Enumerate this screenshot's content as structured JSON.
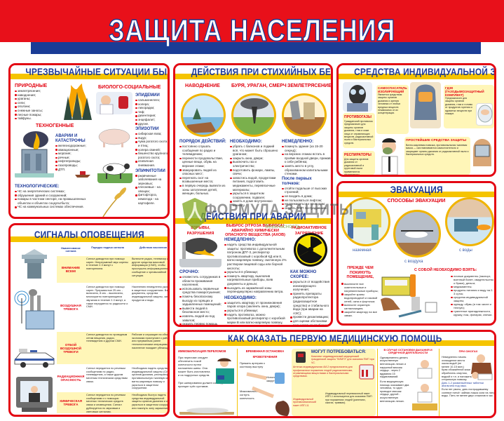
{
  "header": {
    "title": "ЗАЩИТА НАСЕЛЕНИЯ"
  },
  "colors": {
    "red": "#e30613",
    "blue": "#1d3a9a",
    "yellow": "#f5c400",
    "light_yellow": "#fff6b8"
  },
  "emergencies": {
    "title": "ЧРЕЗВЫЧАЙНЫЕ СИТУАЦИИ БЫВАЮТ:",
    "natural": {
      "heading": "ПРИРОДНЫЕ",
      "items": [
        "землетрясения;",
        "наводнения;",
        "ураганы;",
        "сели;",
        "оползни;",
        "снежные заносы;",
        "лесные пожары;",
        "тайфуны."
      ]
    },
    "bio_social": {
      "heading": "БИОЛОГО-СОЦИАЛЬНЫЕ",
      "epidemics": {
        "heading": "ЭПИДЕМИИ",
        "items": [
          "сальмонеллез;",
          "холера;",
          "лихорадки;",
          "тиф;",
          "дизентерия;",
          "энцефалит;",
          "другие."
        ]
      },
      "epizootics": {
        "heading": "ЭПИЗОТИИ",
        "items": [
          "сибирская язва;",
          "ящур;",
          "чума рогатого скота и птиц;",
          "холера свиней;",
          "бешенство крупного рогатого скота;",
          "атипичная пневмония."
        ]
      },
      "epiphytotics": {
        "heading": "ЭПИФИТОТИИ",
        "items": [
          "ржавчинные заболевания на зерновых;",
          "плесневые - на овощах;",
          "фитофтороз, нематода - на картофеле."
        ]
      }
    },
    "technogenic": {
      "heading": "ТЕХНОГЕННЫЕ",
      "accidents": {
        "heading": "АВАРИИ И КАТАСТРОФЫ",
        "items": [
          "железнодорожные;",
          "авиационные;",
          "морские;",
          "речные;",
          "нефтепроводы;",
          "газопроводы;",
          "ДТП."
        ]
      },
      "technological": {
        "heading": "ТЕХНОЛОГИЧЕСКИЕ:",
        "items": [
          "ЧС на энергетических системах;",
          "обрушения зданий и сооружений;",
          "пожары в частном секторе, на промышленных объектах и объектах соцкультбыта;",
          "ЧС на коммунальных системах обеспечения."
        ]
      }
    }
  },
  "disasters": {
    "title": "ДЕЙСТВИЯ ПРИ СТИХИЙНЫХ БЕДСТВИЯХ",
    "columns": [
      {
        "heading": "НАВОДНЕНИЕ",
        "sub": "ПОРЯДОК ДЕЙСТВИЙ:",
        "items": [
          "постоянно слушать сообщения по радио и телевидению;",
          "перенести продовольствие, ценные вещи, обувь на верхние этажи;",
          "эвакуировать людей из опасных мест;",
          "перегнать скот на возвышенные места;",
          "в первую очередь вывезти из зоны затопления детей, женщин, больных."
        ]
      },
      {
        "heading": "БУРЯ, УРАГАН, СМЕРЧ",
        "sub": "НЕОБХОДИМО:",
        "items": [
          "убрать с балконов и лоджий всё, что может быть сброшено ураганом;",
          "закрыть окна, двери;",
          "выключить газ и электричество;",
          "подготовить фонари, лампы, свечи;",
          "запастись водой, продуктами питания, подготовить медикаменты, перевязочные материалы;",
          "укрыться в защитном сооружении, подвале;",
          "занять в доме внутреннюю комнату."
        ]
      },
      {
        "heading": "ЗЕМЛЕТРЯСЕНИЕ",
        "sub": "НЕМЕДЛЕННО:",
        "items": [
          "покинуть здание (за 15-20 секунд);",
          "на верхних этажах встать в проёме входной двери, прижав к себе ребёнка;",
          "занять место в углу, образованном капитальными стенами."
        ],
        "sub2": "После первых толчков:",
        "items2": [
          "отойти подальше от высоких строений;",
          "не входить в дома;",
          "не пользоваться лифтом;",
          "не прикасаться к проводам;",
          "оказать ПМП пострадавшим."
        ]
      }
    ]
  },
  "accidents": {
    "title": "ДЕЙСТВИЯ ПРИ АВАРИИ",
    "columns": [
      {
        "heading": "ВЗРЫВЫ, РАЗРУШЕНИЯ",
        "sub": "СРОЧНО:",
        "items": [
          "оповестить сотрудников в области проживания населения;",
          "использовать первичные средства пожаротушения;",
          "помочь безопасному выходу из горящих и задымленных помещений;",
          "вывести людей в безопасное место;",
          "извлечь людей из-под завалов;",
          "оказать первую помощь пострадавшим."
        ]
      },
      {
        "heading": "ВЫБРОС (УГРОЗА ВЫБРОСА) АВАРИЙНО ХИМИЧЕСКИ ОПАСНОГО ВЕЩЕСТВА (АХОВ)",
        "sub": "НЕМЕДЛЕННО:",
        "items": [
          "надеть средства индивидуальной защиты: противогаз с дополнительным патроном ДПГ-3, респиратор противогазовый с коробкой КД или 8, ватно-марлевую повязку, смоченную 2% раствором пищевой соды или борной кислоты;",
          "укрыться в убежище;",
          "покинуть квартиру, выключив нагревательные приборы, взяв документы и деньги;",
          "выходить из заражённой зоны перпендикулярно направлению ветра."
        ],
        "sub2": "НЕОБХОДИМО:",
        "items2": [
          "защитить квартиру от проникновения паров хлора (заклеить окна, двери);",
          "укрыться в убежище;",
          "надеть противогаз, можно противогазовый респиратор с коробкой марки В или ватно-марлевую повязку, смоченную 2% раствором питьевой соды;",
          "выходить из зоны поражения по возвышенности, перпендикулярно ветру."
        ]
      },
      {
        "heading": "РАДИОАКТИВНОЕ ЗАГРЯЗНЕНИЕ",
        "sub": "КАК МОЖНО СКОРЕЕ:",
        "items": [
          "укрыться от воздействия ионизирующего излучения;",
          "принять препараты радиопротектора (радиозащитное средство) и стабильного йода (при аварии на АЭС);",
          "провести дезактивацию;",
          "для оценки обстановки пользоваться приборами радиационной разведки и дозиметрического контроля."
        ]
      }
    ]
  },
  "ppe": {
    "title": "СРЕДСТВА ИНДИВИДУАЛЬНОЙ ЗАЩИТЫ",
    "gasmasks": {
      "heading": "ПРОТИВОГАЗЫ",
      "text": "Гражданский противогаз предназначен для защиты органов дыхания, глаз и кожи лица от отравляющих веществ, радиоактивной пыли и бактериальных средств."
    },
    "respirators": {
      "heading": "РЕСПИРАТОРЫ",
      "text": "Для защиты органов дыхания от радиоактивной и грунтовой пыли применяются респираторы."
    },
    "self_rescuer": {
      "heading": "САМОСПАСАТЕЛЬ ИЗОЛИРУЮЩИЙ",
      "text": "Является средством защиты органов дыхания и зрения человека от любых вредных веществ независимо от их концентрации."
    },
    "gdzk": {
      "heading": "ГДЗК (ГАЗОДЫМОЗАЩИТНЫЙ КОМПЛЕКТ)",
      "text": "Предназначен для защиты органов дыхания, глаз и головы от продуктов горения и ядовитых веществ при пожаре."
    },
    "simple": {
      "heading": "ПРОСТЕЙШИЕ СРЕДСТВА ЗАЩИТЫ",
      "text": "Ватно-марлевая повязка, противопыльная тканевая маска — изготавливаются самостоятельно и защищают органы дыхания от радиоактивной пыли и бактериальных средств."
    }
  },
  "evacuation": {
    "title": "ЭВАКУАЦИЯ",
    "methods_title": "СПОСОБЫ ЭВАКУАЦИИ",
    "methods": [
      "наземная",
      "с воздуха",
      "с воды"
    ],
    "before_leaving": {
      "heading": "ПРЕЖДЕ ЧЕМ ПОКИНУТЬ ПОМЕЩЕНИЕ,",
      "items": [
        "выключите все осветительные и нагревательные приборы;",
        "закройте краны водопроводной и газовой сетей, окна и форточки;",
        "включите охранную сигнализацию;",
        "закройте квартиру на все замки."
      ]
    },
    "take_with": {
      "heading": "С СОБОЙ НЕОБХОДИМО ВЗЯТЬ:",
      "items": [
        "личные документы (паспорт, военный билет, свидетельство о браке), деньги;",
        "медикаменты;",
        "продукты питания и воду на 2-3 суток;",
        "средства индивидуальной защиты;",
        "одежду, обувь (в том числе и теплую);",
        "туалетные принадлежности, кружку, нож, фонарик, спички."
      ]
    }
  },
  "signals": {
    "title": "СИГНАЛЫ ОПОВЕЩЕНИЯ",
    "headers": [
      "Наименование сигнала",
      "Порядок подачи сигнала",
      "Действия населения"
    ],
    "rows": [
      {
        "name": "ВНИМАНИЕ ВСЕМ!",
        "order": "Сигнал доводится при помощи сирен. Непрерывный звук сирены в течение 2-3 минут с повторением.",
        "action": "Включите радио, телевизор и другие средства массовой информации (СМИ), чтобы прослушать информационное сообщение о чрезвычайной ситуации."
      },
      {
        "name": "ВОЗДУШНАЯ ТРЕВОГА",
        "order": "Сигнал доводится при помощи сирен. Прерывистые 25 сек. - включено, 8 сек. - выключено, многократно повторяющиеся звучания в течение 2-3 минут, а также передается по радиосети и СМИ.",
        "action": "Населению немедленно укрыться в защитных сооружениях. Взять документы, средства индивидуальной защиты, запас продуктов и воды."
      },
      {
        "name": "ОТБОЙ ВОЗДУШНОЙ ТРЕВОГИ",
        "order": "Сигнал доводится по проводным сетям вещания, радио, телевидению и другим СМИ.",
        "action": "Рабочие и служащие на объектах экономики приступают к работе или прерванным ранее технологическим операциям, население покидает убежища."
      },
      {
        "name": "РАДИАЦИОННАЯ ОПАСНОСТЬ",
        "order": "Сигнал передается по речевым сообщениям по радио, телевидению, а также другим местным техническим средствам связи.",
        "action": "Необходимо надеть средства индивидуальной защиты (СИЗ) органов дыхания, респиратор, противопыльную тканевую маску, ватно-марлевую повязку и укрыться в защитном сооружении."
      },
      {
        "name": "ХИМИЧЕСКАЯ ТРЕВОГА",
        "order": "Сигнал передается по речевым сообщениям и с помощью местных технических средств связи и оповещения. Сигнал дублируется по звуковым и световым сигналам.",
        "action": "Необходимо быстро надеть средства индивидуальной защиты органов дыхания и кожи и укрыться в защитном сооружении или покинуть зону заражения."
      }
    ]
  },
  "first_aid": {
    "title": "КАК ОКАЗАТЬ ПЕРВУЮ МЕДИЦИНСКУЮ ПОМОЩЬ",
    "fractures": {
      "heading": "ИММОБИЛИЗАЦИЯ ПЕРЕЛОМОВ",
      "text1": "При переломе следует обеспечить покой конечности путем наложения шины. Она может быть изготовлена и из подручных средств.",
      "text2": "При шинировании должен соблюдаться принцип трёх суставов."
    },
    "bleeding": {
      "heading": "ВРЕМЕННАЯ ОСТАНОВКА КРОВОТЕЧЕНИЯ",
      "text1": "Прижать артерию к костному выступу",
      "text2": "Использовать закрутку",
      "text3": "Максимально согнуть конечность"
    },
    "may_need": {
      "heading": "МОГУТ ПОТРЕБОВАТЬСЯ:",
      "kit": "Комплект индивидуальный медицинский гражданской защиты \"КИМГЗ\" для оказания ПМП при ЧС.",
      "ai2": "Аптечка индивидуальная АИ-2 предназначена для профилактики поражения людей радиоактивными, отравляющими веществами и бактериальными средствами.",
      "ipp": "Индивидуальный противохимический пакет ИПП-11",
      "ipp_bandage": "Индивидуальный перевязочный пакет ИПП-1 используется для оказания ПМП при поражениях людей (ранениях, ожогах, травмах)."
    },
    "cpr": {
      "heading": "В СЛУЧАЕ ОСТАНОВКИ ДЫХАНИЯ И СЕРДЕЧНОЙ ДЕЯТЕЛЬНОСТИ",
      "text1": "Одновременно делать искусственную вентиляцию легких и наружный массаж сердца - через 2 вдувания 15 надавливаний.",
      "text2": "Если медицинскую помощь оказывают два человека, то один проводит массаж сердца, другой - искусственную вентиляцию легких."
    },
    "burns": {
      "heading": "ПРИ ОЖОГАХ",
      "text1": "Немедленно начать охлаждение места ожога водой (не менее 10-15 мин.)",
      "text2": "Края обожжённой кожи обработать спиртом, водкой и т.п. и наложить стерильную повязку.",
      "text3": "Дать 1-2 размельчённых таблетки анальгина под язык.",
      "text4": "Если нет рвоты, дать пострадавшему солевое питьё: чайная ложка соли на литр воды. Пить не менее двух стаканов в час."
    }
  },
  "watermark": {
    "text": "ФОРМУЛА ЗАЩИТЫ",
    "sub": "безопасность"
  }
}
